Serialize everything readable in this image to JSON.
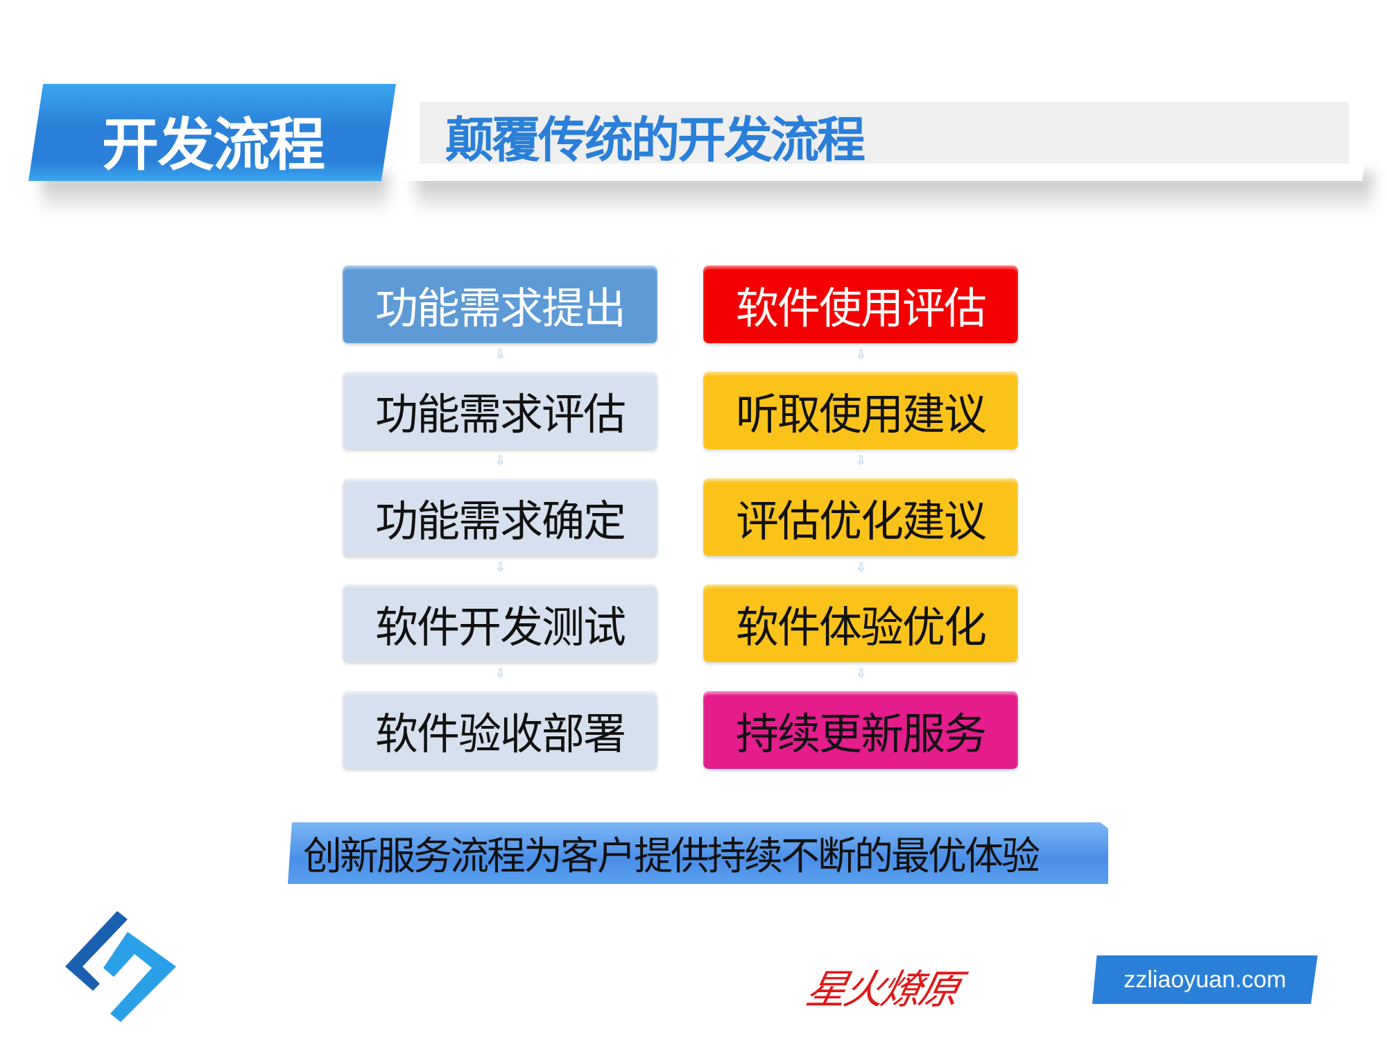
{
  "header": {
    "section_label": "开发流程",
    "title": "颠覆传统的开发流程"
  },
  "left_flow": [
    {
      "label": "功能需求提出",
      "bg": "#5e9ad6",
      "color": "#ffffff"
    },
    {
      "label": "功能需求评估",
      "bg": "#d6e0ee",
      "color": "#111111"
    },
    {
      "label": "功能需求确定",
      "bg": "#d6e0ee",
      "color": "#111111"
    },
    {
      "label": "软件开发测试",
      "bg": "#d6e0ee",
      "color": "#111111"
    },
    {
      "label": "软件验收部署",
      "bg": "#d6e0ee",
      "color": "#111111"
    }
  ],
  "right_flow": [
    {
      "label": "软件使用评估",
      "bg": "#f50000",
      "color": "#ffffff"
    },
    {
      "label": "听取使用建议",
      "bg": "#fbc31a",
      "color": "#111111"
    },
    {
      "label": "评估优化建议",
      "bg": "#fbc31a",
      "color": "#111111"
    },
    {
      "label": "软件体验优化",
      "bg": "#fbc31a",
      "color": "#111111"
    },
    {
      "label": "持续更新服务",
      "bg": "#e41c8c",
      "color": "#111111"
    }
  ],
  "slogan": "创新服务流程为客户提供持续不断的最优体验",
  "footer": {
    "signature": "星火燎原",
    "website": "zzliaoyuan.com"
  }
}
